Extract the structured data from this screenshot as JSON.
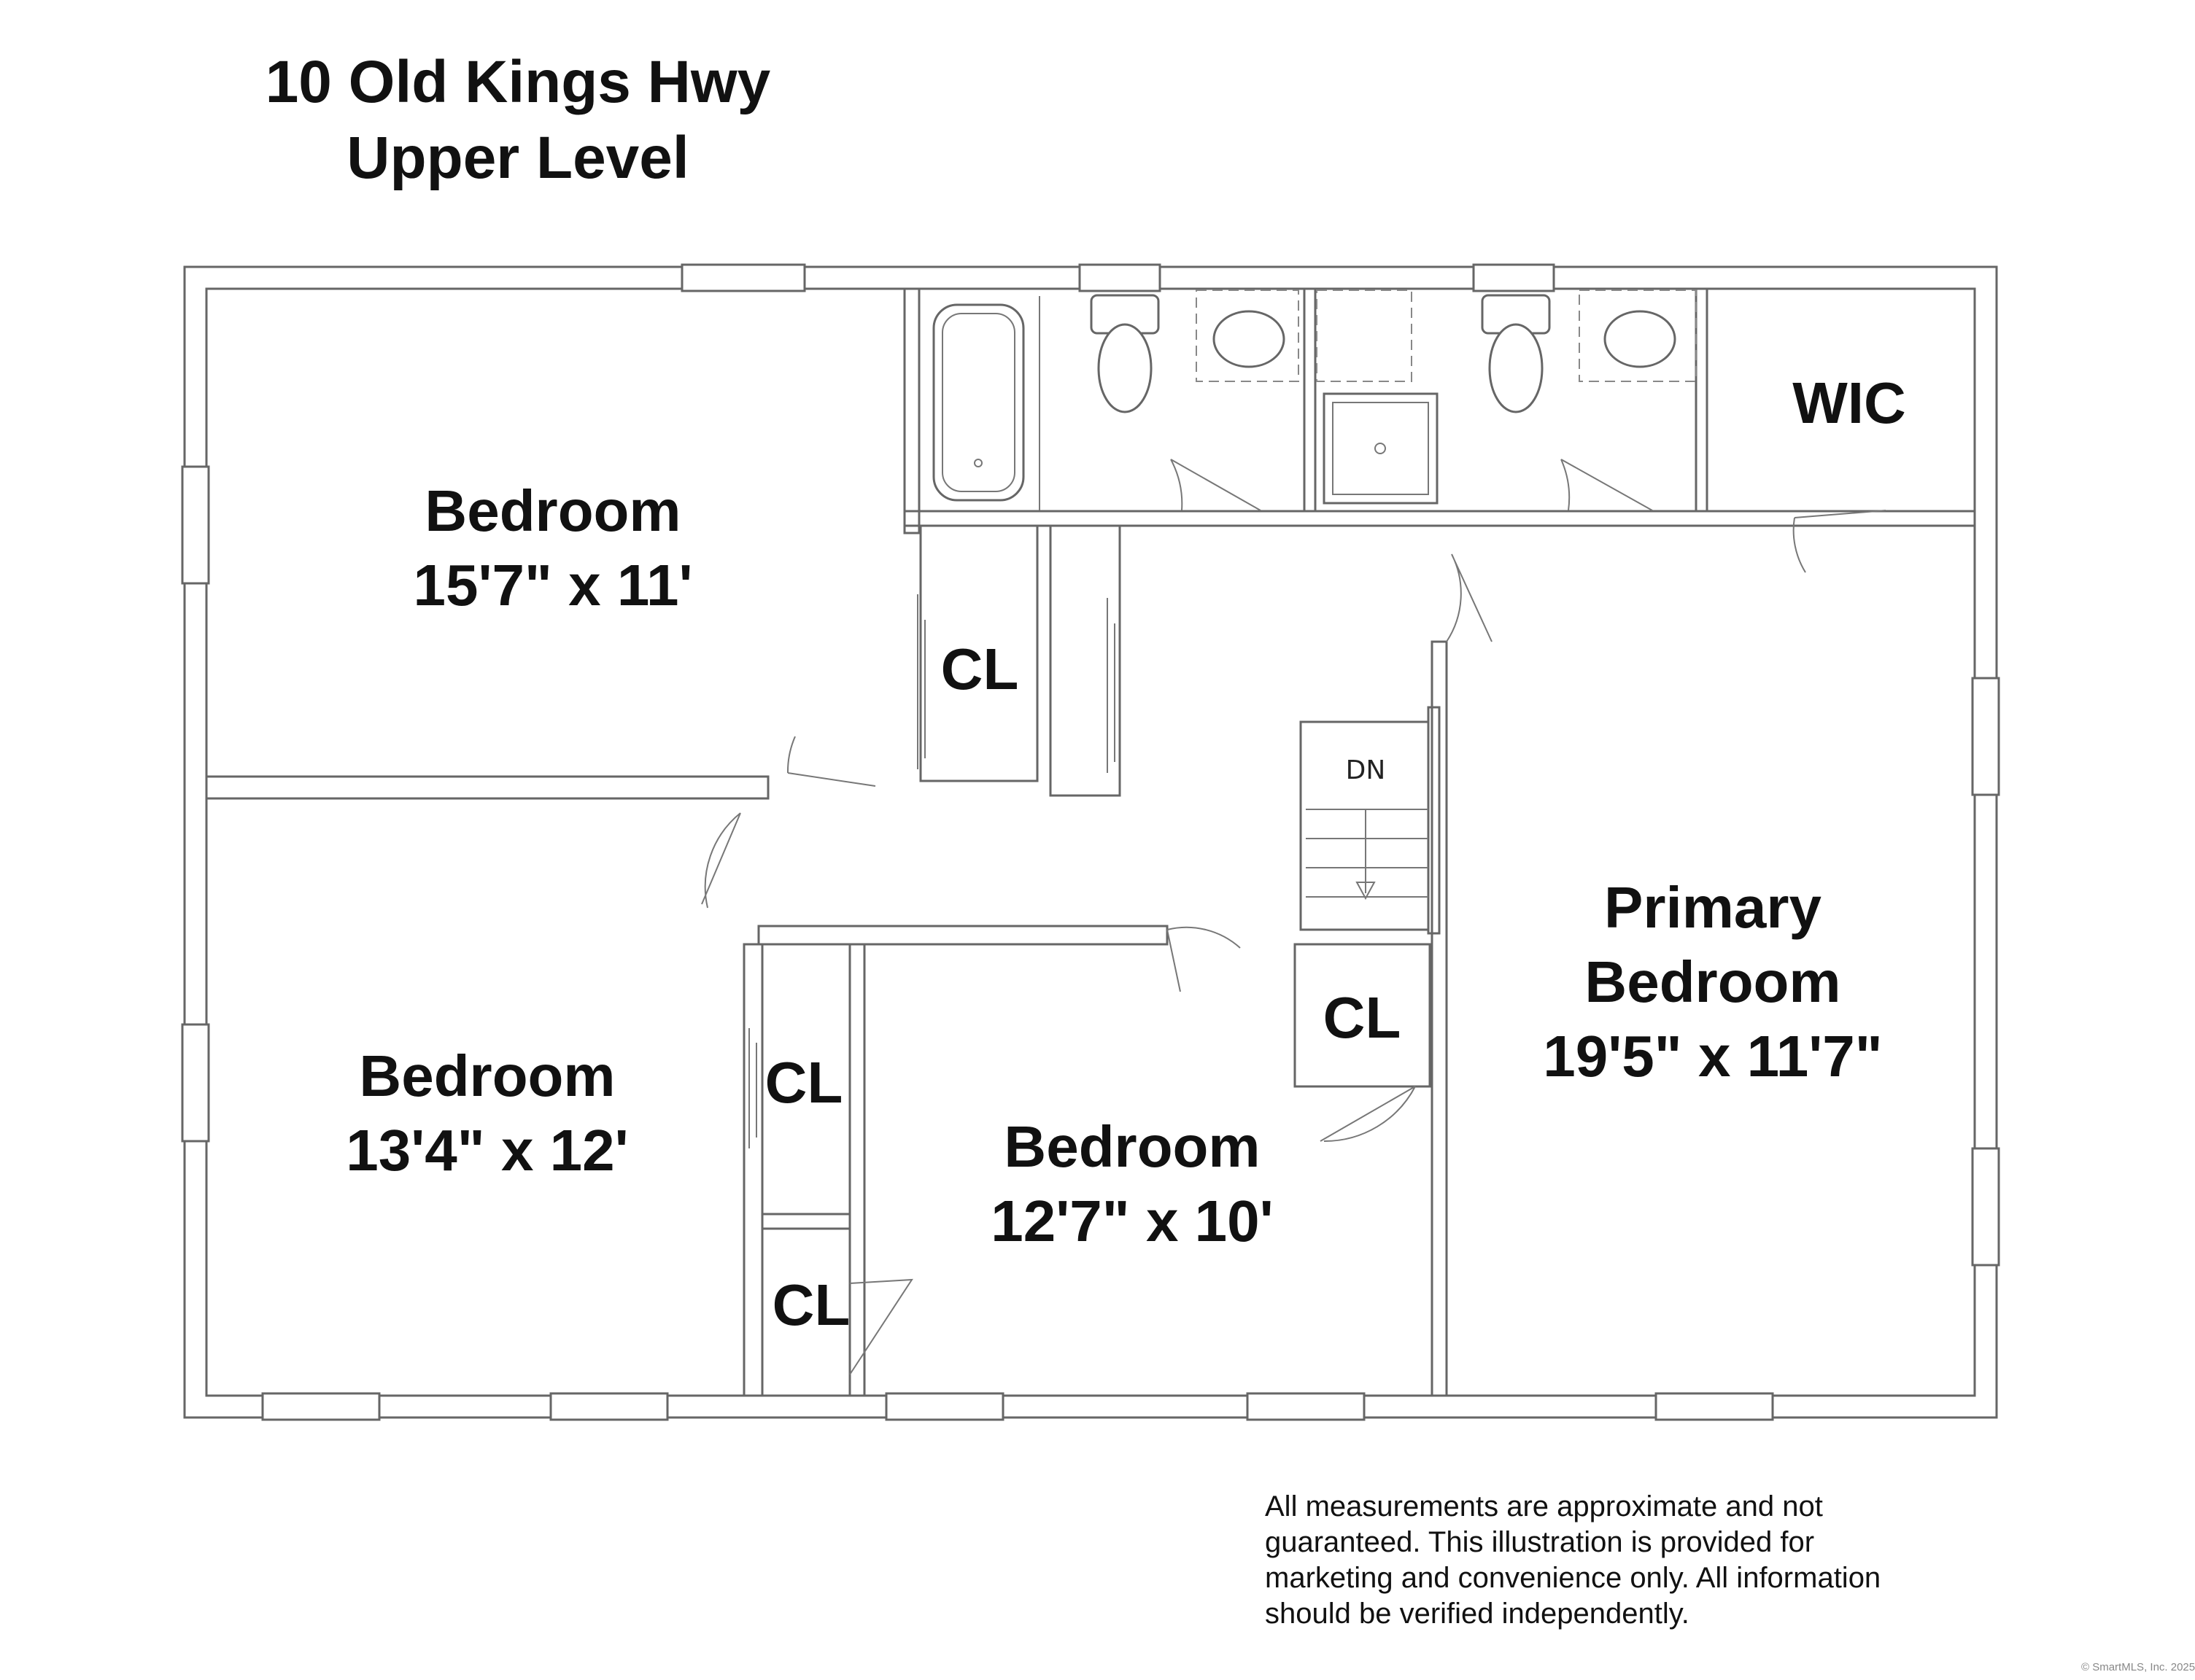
{
  "header": {
    "address": "10 Old Kings Hwy",
    "level": "Upper Level"
  },
  "rooms": {
    "bedroom_1": {
      "name": "Bedroom",
      "dimensions": "15'7\" x 11'"
    },
    "bedroom_2": {
      "name": "Bedroom",
      "dimensions": "13'4\" x 12'"
    },
    "bedroom_3": {
      "name": "Bedroom",
      "dimensions": "12'7\" x 10'"
    },
    "primary_bedroom": {
      "name_line1": "Primary",
      "name_line2": "Bedroom",
      "dimensions": "19'5\" x 11'7\""
    },
    "walk_in_closet": {
      "name": "WIC"
    },
    "closet_label": "CL",
    "stairs_label": "DN"
  },
  "disclaimer": "All measurements are approximate and not\nguaranteed. This illustration is provided for\nmarketing and convenience only. All information\nshould be verified independently.",
  "copyright": "© SmartMLS, Inc. 2025"
}
